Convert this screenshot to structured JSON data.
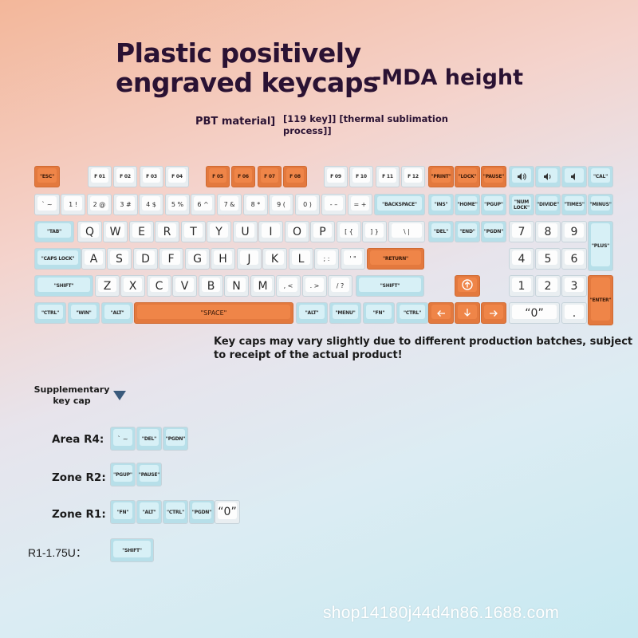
{
  "header": {
    "title_line1": "Plastic positively",
    "title_line2": "engraved keycaps",
    "title_suffix": "-MDA height",
    "material": "PBT material]",
    "process": "[119 key]] [thermal sublimation process]]"
  },
  "note": "Key caps may vary slightly due to different production batches, subject to receipt of the actual product!",
  "supplementary": {
    "label": "Supplementary key cap",
    "icon": "triangle-down-icon"
  },
  "zones": [
    {
      "name": "Area R4:",
      "keys": [
        "` ~",
        "\"DEL\"",
        "\"PGDN\""
      ]
    },
    {
      "name": "Zone R2:",
      "keys": [
        "\"PGUP\"",
        "\"PAUSE\""
      ]
    },
    {
      "name": "Zone R1:",
      "keys": [
        "\"FN\"",
        "\"ALT\"",
        "\"CTRL\"",
        "\"PGDN\"",
        "“0”"
      ]
    },
    {
      "name": "R1-1.75U：",
      "keys": [
        "\"SHIFT\""
      ]
    }
  ],
  "watermark": "shop14180j44d4n86.1688.com",
  "colors": {
    "orange": "#ef8548",
    "white": "#fdfdfd",
    "blue": "#d7f0f6"
  },
  "keyboard": [
    [
      "\"ESC\"",
      "F 01",
      "F 02",
      "F 03",
      "F 04",
      "F 05",
      "F 06",
      "F 07",
      "F 08",
      "F 09",
      "F 10",
      "F 11",
      "F 12",
      "\"PRINT\"",
      "\"LOCK\"",
      "\"PAUSE\"",
      "speaker-icon",
      "volume-down-icon",
      "mute-icon",
      "\"CAL\""
    ],
    [
      "` ~",
      "1 !",
      "2 @",
      "3 #",
      "4 $",
      "5 %",
      "6 ^",
      "7 &",
      "8 *",
      "9 (",
      "0 )",
      "- –",
      "= +",
      "\"BACKSPACE\"",
      "\"INS\"",
      "\"HOME\"",
      "\"PGUP\"",
      "\"NUM LOCK\"",
      "\"DIVIDE\"",
      "\"TIMES\"",
      "\"MINUS\""
    ],
    [
      "\"TAB\"",
      "Q",
      "W",
      "E",
      "R",
      "T",
      "Y",
      "U",
      "I",
      "O",
      "P",
      "[ {",
      "] }",
      "\\ |",
      "\"DEL\"",
      "\"END\"",
      "\"PGDN\"",
      "7",
      "8",
      "9",
      "\"PLUS\""
    ],
    [
      "\"CAPS LOCK\"",
      "A",
      "S",
      "D",
      "F",
      "G",
      "H",
      "J",
      "K",
      "L",
      "; :",
      "' \"",
      "\"RETURN\"",
      "4",
      "5",
      "6"
    ],
    [
      "\"SHIFT\"",
      "Z",
      "X",
      "C",
      "V",
      "B",
      "N",
      "M",
      ", <",
      ". >",
      "/ ?",
      "\"SHIFT\"",
      "arrow-up-icon",
      "1",
      "2",
      "3",
      "\"ENTER\""
    ],
    [
      "\"CTRL\"",
      "\"WIN\"",
      "\"ALT\"",
      "\"SPACE\"",
      "\"ALT\"",
      "\"MENU\"",
      "\"FN\"",
      "\"CTRL\"",
      "arrow-left-icon",
      "arrow-down-icon",
      "arrow-right-icon",
      "“0”",
      "."
    ]
  ]
}
